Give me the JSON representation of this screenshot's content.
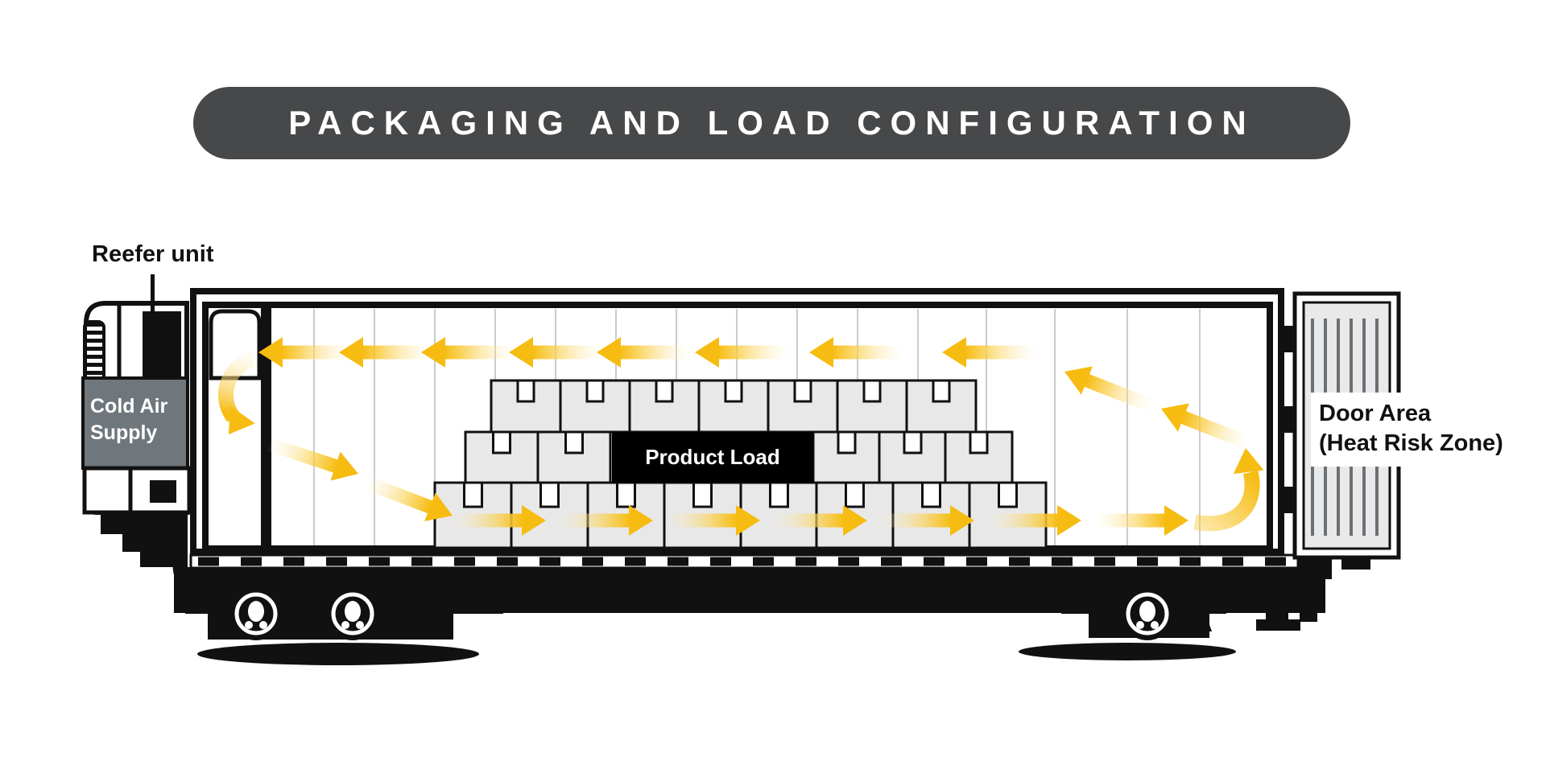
{
  "title": "PACKAGING AND LOAD CONFIGURATION",
  "labels": {
    "reefer_unit": "Reefer unit",
    "cold_air_supply": {
      "line1": "Cold Air",
      "line2": "Supply"
    },
    "product_load": "Product Load",
    "door_area": {
      "line1": "Door Area",
      "line2": "(Heat Risk Zone)"
    }
  },
  "colors": {
    "title_bg": "#47484A",
    "title_text": "#FFFFFF",
    "arrow_yellow": "#F6BC12",
    "arrow_fade": "#FDF0C6",
    "cold_air_panel_gray": "#6F767C",
    "box_fill_gray": "#E8E8E8",
    "door_panel_gray": "#E9E9E9",
    "door_stripe_gray": "#6A7076",
    "outline_black": "#111111",
    "rib_gray": "#CBCBCB"
  },
  "diagram_semantics": {
    "airflow_top": "return air flows toward reefer unit (leftward arrows)",
    "airflow_bottom": "supply air flows under/through product load (rightward arrows)",
    "airflow_rear": "air rises at door area and returns along ceiling"
  }
}
